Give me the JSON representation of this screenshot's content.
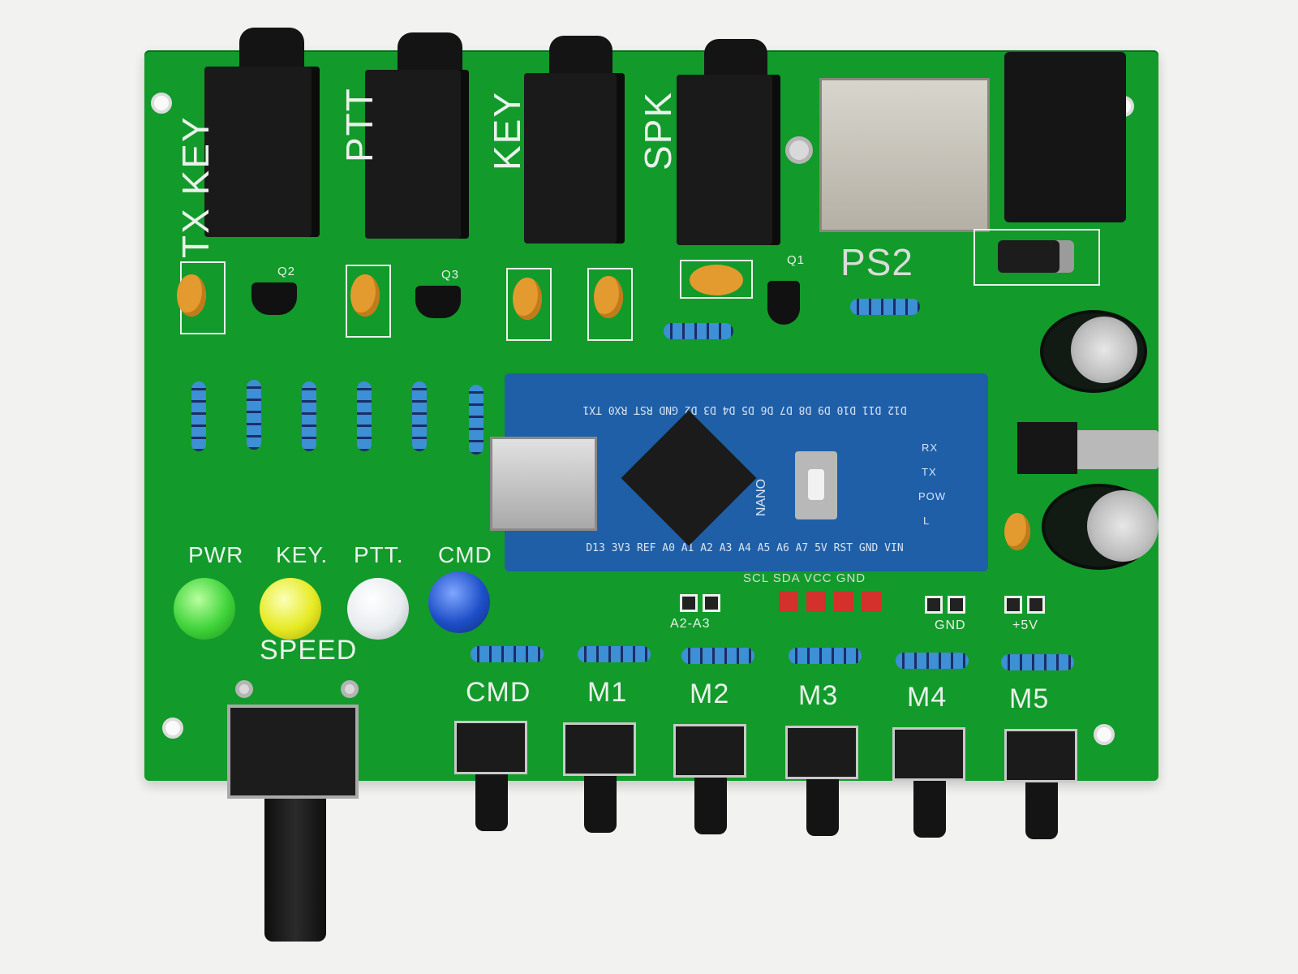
{
  "jack_labels": {
    "tx_key": "TX KEY",
    "ptt": "PTT",
    "key": "KEY",
    "spk": "SPK",
    "ps2": "PS2"
  },
  "transistor_labels": [
    "Q2",
    "Q3",
    "Q1"
  ],
  "led_labels": [
    "PWR",
    "KEY.",
    "PTT.",
    "CMD"
  ],
  "speed_label": "SPEED",
  "button_labels": [
    "CMD",
    "M1",
    "M2",
    "M3",
    "M4",
    "M5"
  ],
  "header_labels": {
    "a2_a3": "A2-A3",
    "gnd": "GND",
    "plus5v": "+5V",
    "i2c": "SCL SDA VCC GND"
  },
  "nano": {
    "top_pins": "D12 D11 D10 D9 D8 D7 D6 D5 D4 D3 D2 GND RST RX0 TX1",
    "bottom_pins": "D13 3V3 REF A0 A1 A2 A3 A4 A5 A6 A7 5V RST GND VIN",
    "chip_text": "NANO",
    "led_labels": [
      "RX",
      "TX",
      "POW",
      "L"
    ]
  },
  "colors": {
    "pcb": "#129a2b",
    "nano_board": "#1f5fa8",
    "led_pwr": "#3fd33a",
    "led_key": "#e6ea22",
    "led_ptt": "#e8ecef",
    "led_cmd": "#1e4fc8"
  }
}
